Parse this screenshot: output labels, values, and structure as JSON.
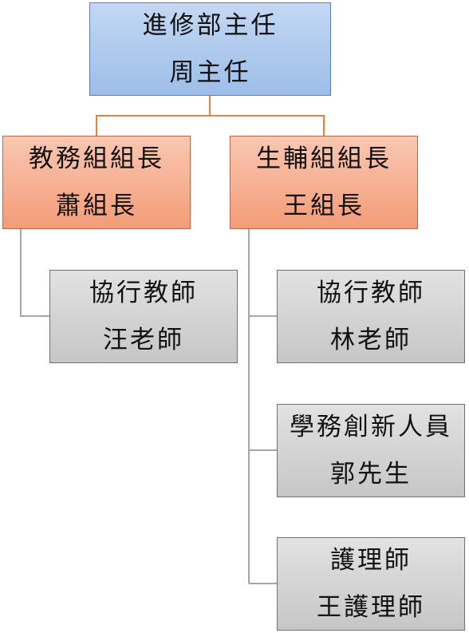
{
  "org_chart": {
    "director": {
      "title": "進修部主任",
      "name": "周主任"
    },
    "academic_affairs": {
      "title": "教務組組長",
      "name": "蕭組長"
    },
    "student_affairs": {
      "title": "生輔組組長",
      "name": "王組長"
    },
    "academic_staff": [
      {
        "title": "協行教師",
        "name": "汪老師"
      }
    ],
    "student_staff": [
      {
        "title": "協行教師",
        "name": "林老師"
      },
      {
        "title": "學務創新人員",
        "name": "郭先生"
      },
      {
        "title": "護理師",
        "name": "王護理師"
      }
    ]
  },
  "colors": {
    "level0_fill": "#b4cdee",
    "level1_fill": "#f7ad8e",
    "level2_fill": "#d4d4d4",
    "connector_top": "#e2823e",
    "connector_lower": "#a6a6a6"
  }
}
